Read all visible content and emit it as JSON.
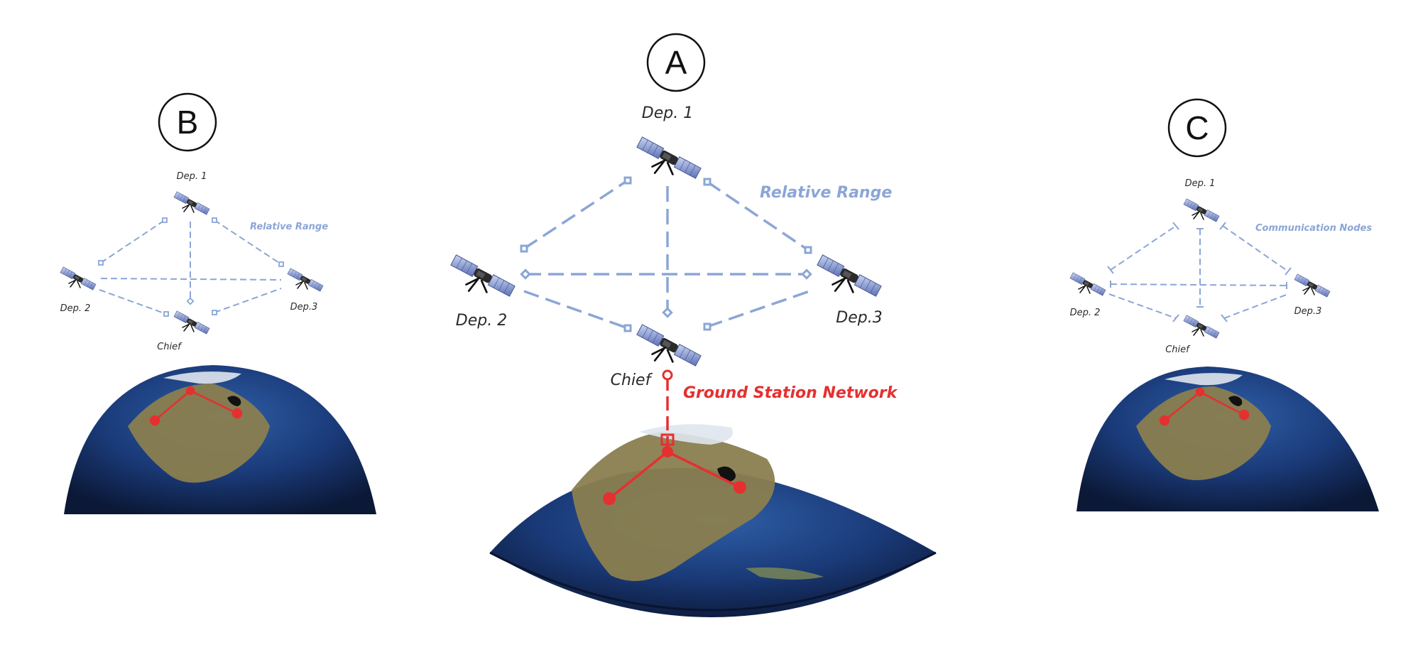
{
  "panels": {
    "a": {
      "badge": "A",
      "dep1": "Dep. 1",
      "dep2": "Dep. 2",
      "dep3": "Dep.3",
      "chief": "Chief",
      "range_label": "Relative Range",
      "ground_label": "Ground Station Network"
    },
    "b": {
      "badge": "B",
      "dep1": "Dep. 1",
      "dep2": "Dep. 2",
      "dep3": "Dep.3",
      "chief": "Chief",
      "range_label": "Relative Range"
    },
    "c": {
      "badge": "C",
      "dep1": "Dep. 1",
      "dep2": "Dep. 2",
      "dep3": "Dep.3",
      "chief": "Chief",
      "nodes_label": "Communication Nodes"
    }
  },
  "colors": {
    "link_blue": "#8ba6d6",
    "ground_red": "#e53030",
    "ocean_dark": "#0d1c3e",
    "ocean": "#1f3f7d",
    "land": "#8a7e4f"
  },
  "icons": [
    "satellite-icon",
    "earth-globe-icon"
  ]
}
